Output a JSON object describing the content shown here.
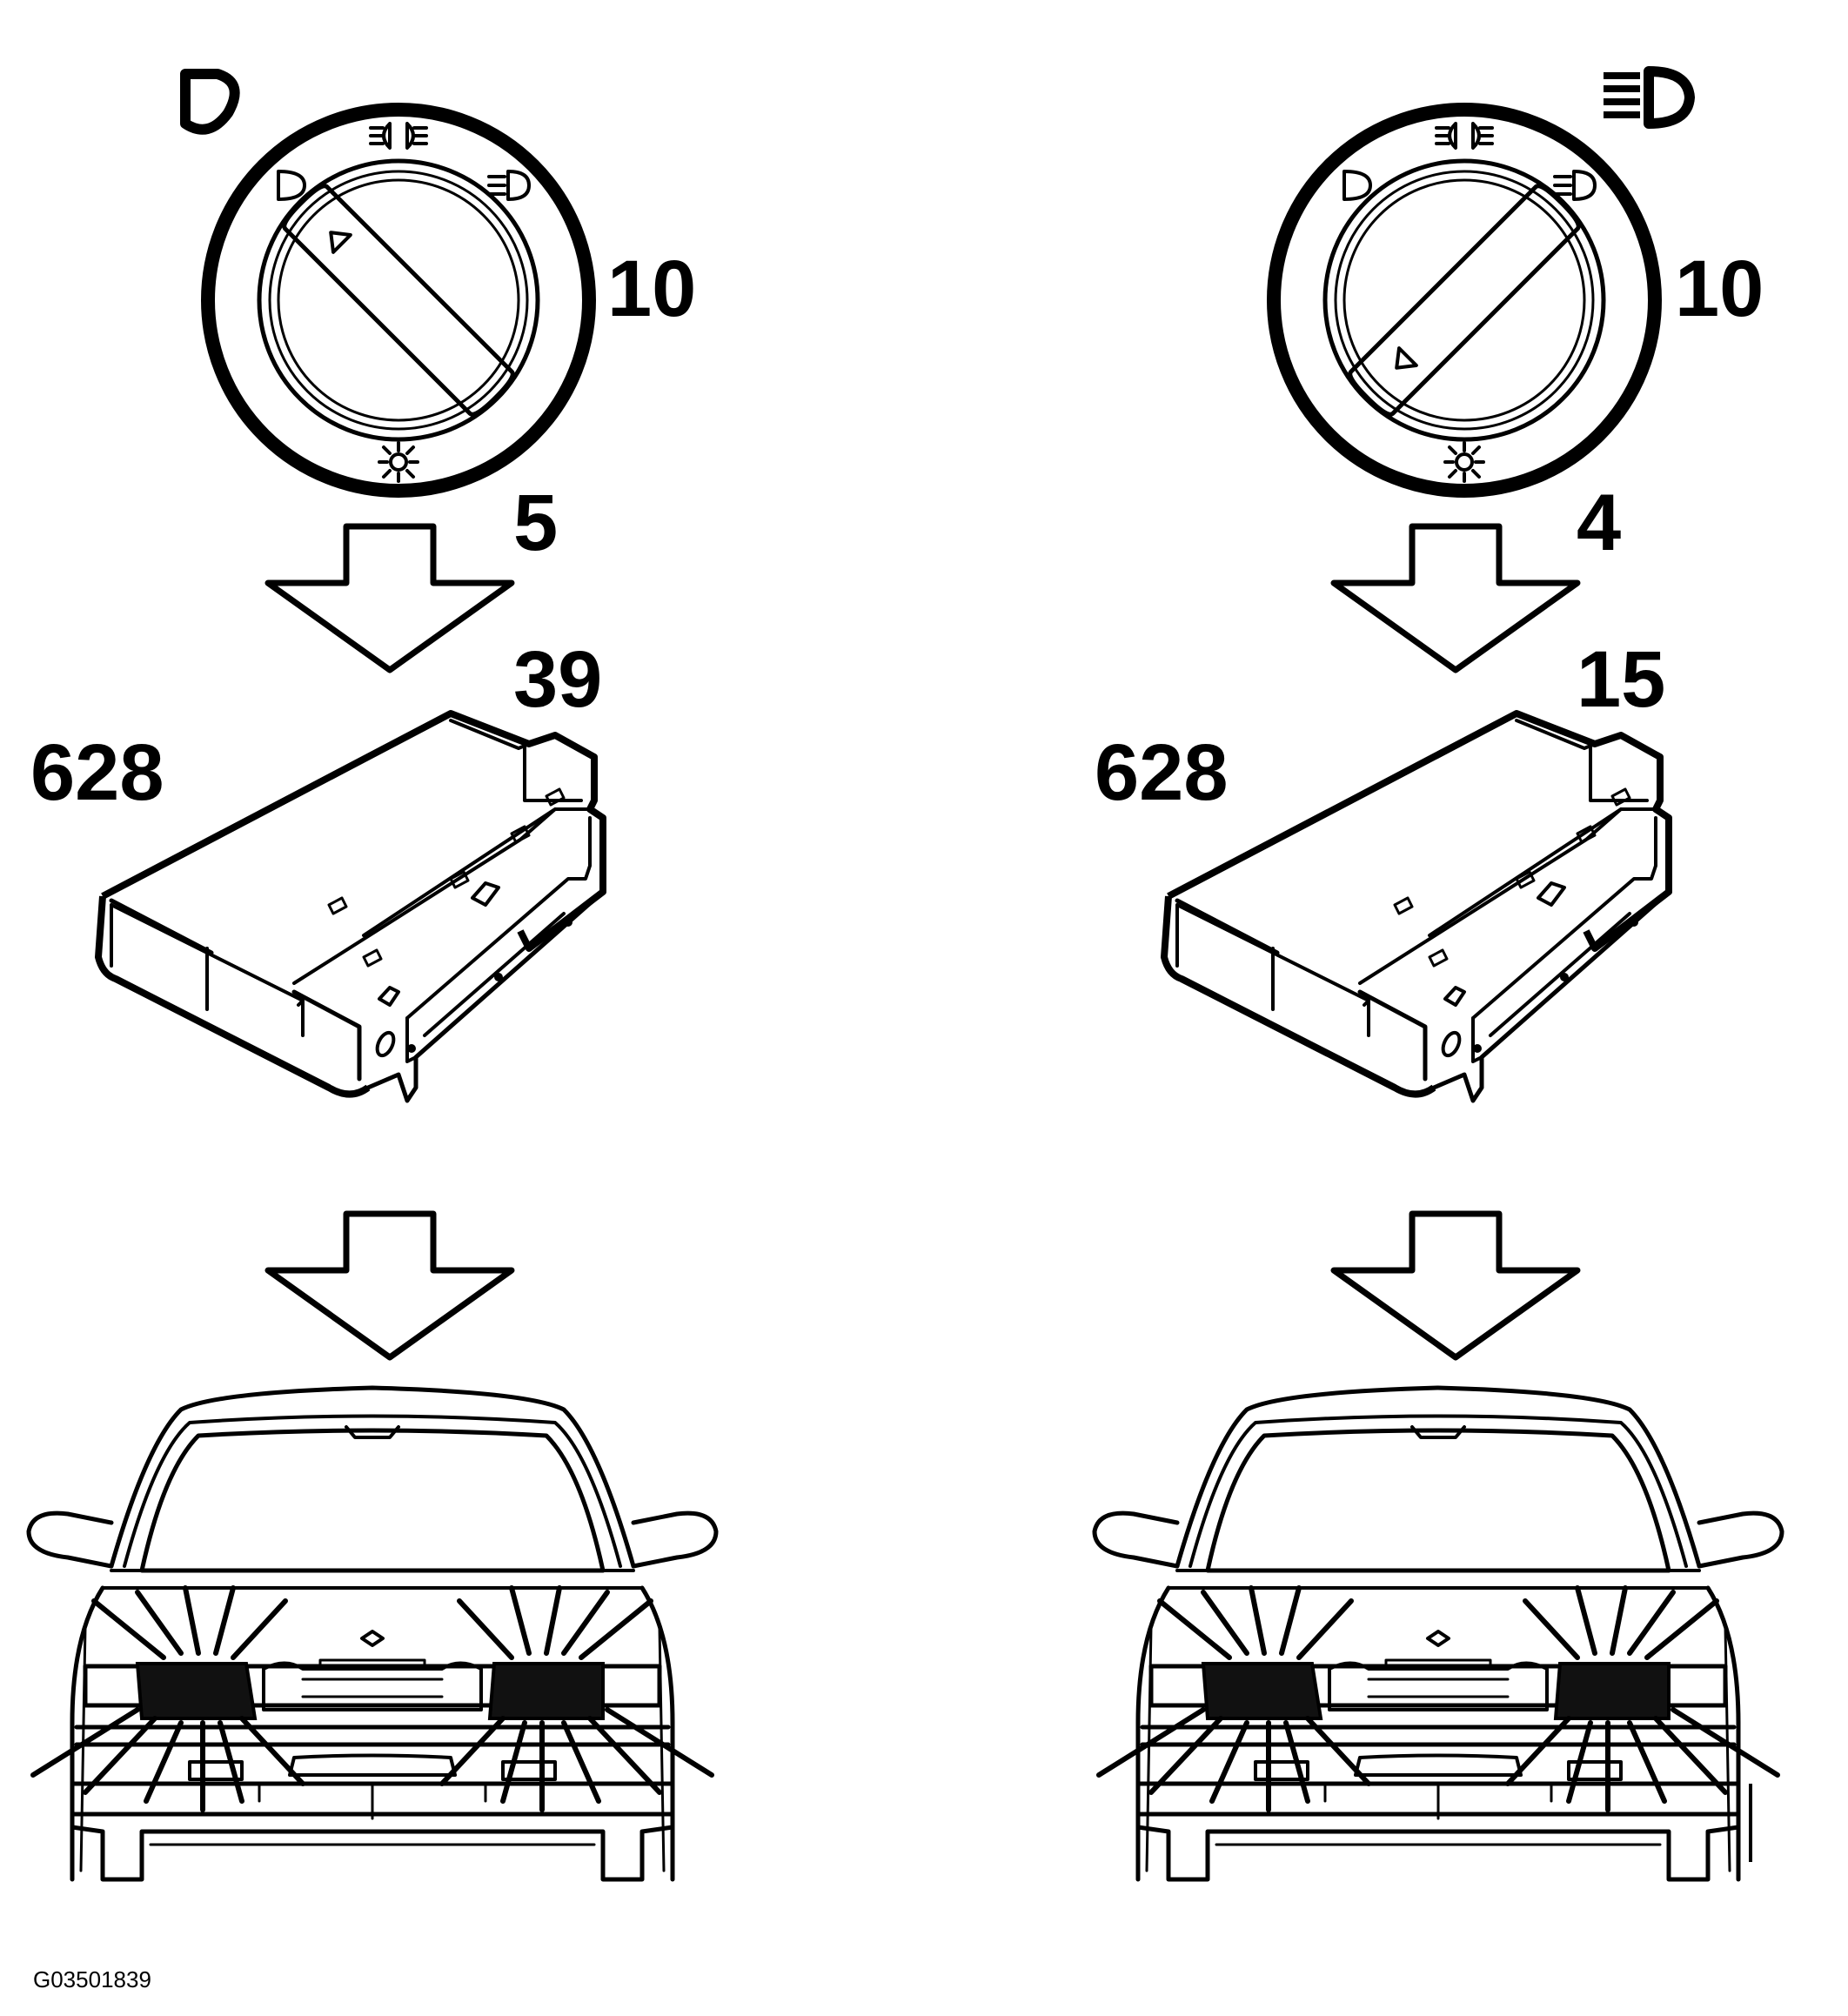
{
  "panels": [
    {
      "side": "left",
      "dial_mode": "low-beam-headlight-icon",
      "knob_direction": "left",
      "callouts": {
        "switch": "10",
        "signal": "5",
        "module_pin": "39",
        "module": "628"
      }
    },
    {
      "side": "right",
      "dial_mode": "high-beam-headlight-icon",
      "knob_direction": "right",
      "callouts": {
        "switch": "10",
        "signal": "4",
        "module_pin": "15",
        "module": "628"
      }
    }
  ],
  "figure_id": "G03501839",
  "colors": {
    "line": "#000000",
    "background": "#ffffff",
    "lamp_fill": "#111111"
  }
}
